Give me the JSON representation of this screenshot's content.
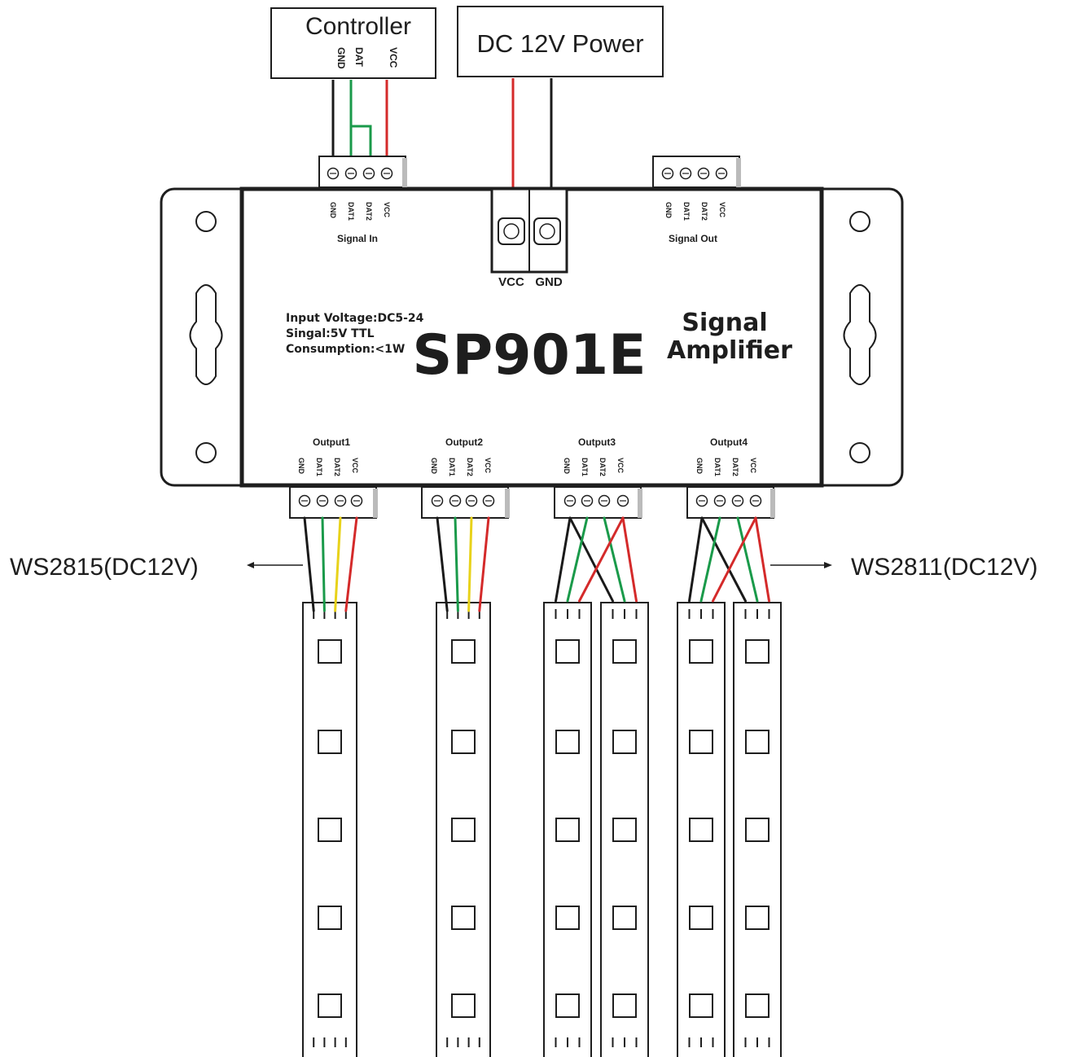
{
  "controller": {
    "title": "Controller",
    "pins": [
      "GND",
      "DAT",
      "VCC"
    ]
  },
  "power": {
    "title": "DC 12V Power"
  },
  "device": {
    "model": "SP901E",
    "function_line1": "Signal",
    "function_line2": "Amplifier",
    "specs": [
      "Input Voltage:DC5-24",
      "Singal:5V TTL",
      "Consumption:<1W"
    ],
    "signal_in_label": "Signal In",
    "signal_out_label": "Signal Out",
    "power_terminal_labels": [
      "VCC",
      "GND"
    ],
    "terminal_pins": [
      "GND",
      "DAT1",
      "DAT2",
      "VCC"
    ],
    "outputs": [
      "Output1",
      "Output2",
      "Output3",
      "Output4"
    ]
  },
  "strip_labels": {
    "left": "WS2815(DC12V)",
    "right": "WS2811(DC12V)"
  },
  "colors": {
    "gnd_wire": "#1a1a1a",
    "data_wire": "#1a9a4a",
    "backup_data_wire": "#e8d21a",
    "vcc_wire": "#d42a2a",
    "outline": "#1e1e1e"
  }
}
